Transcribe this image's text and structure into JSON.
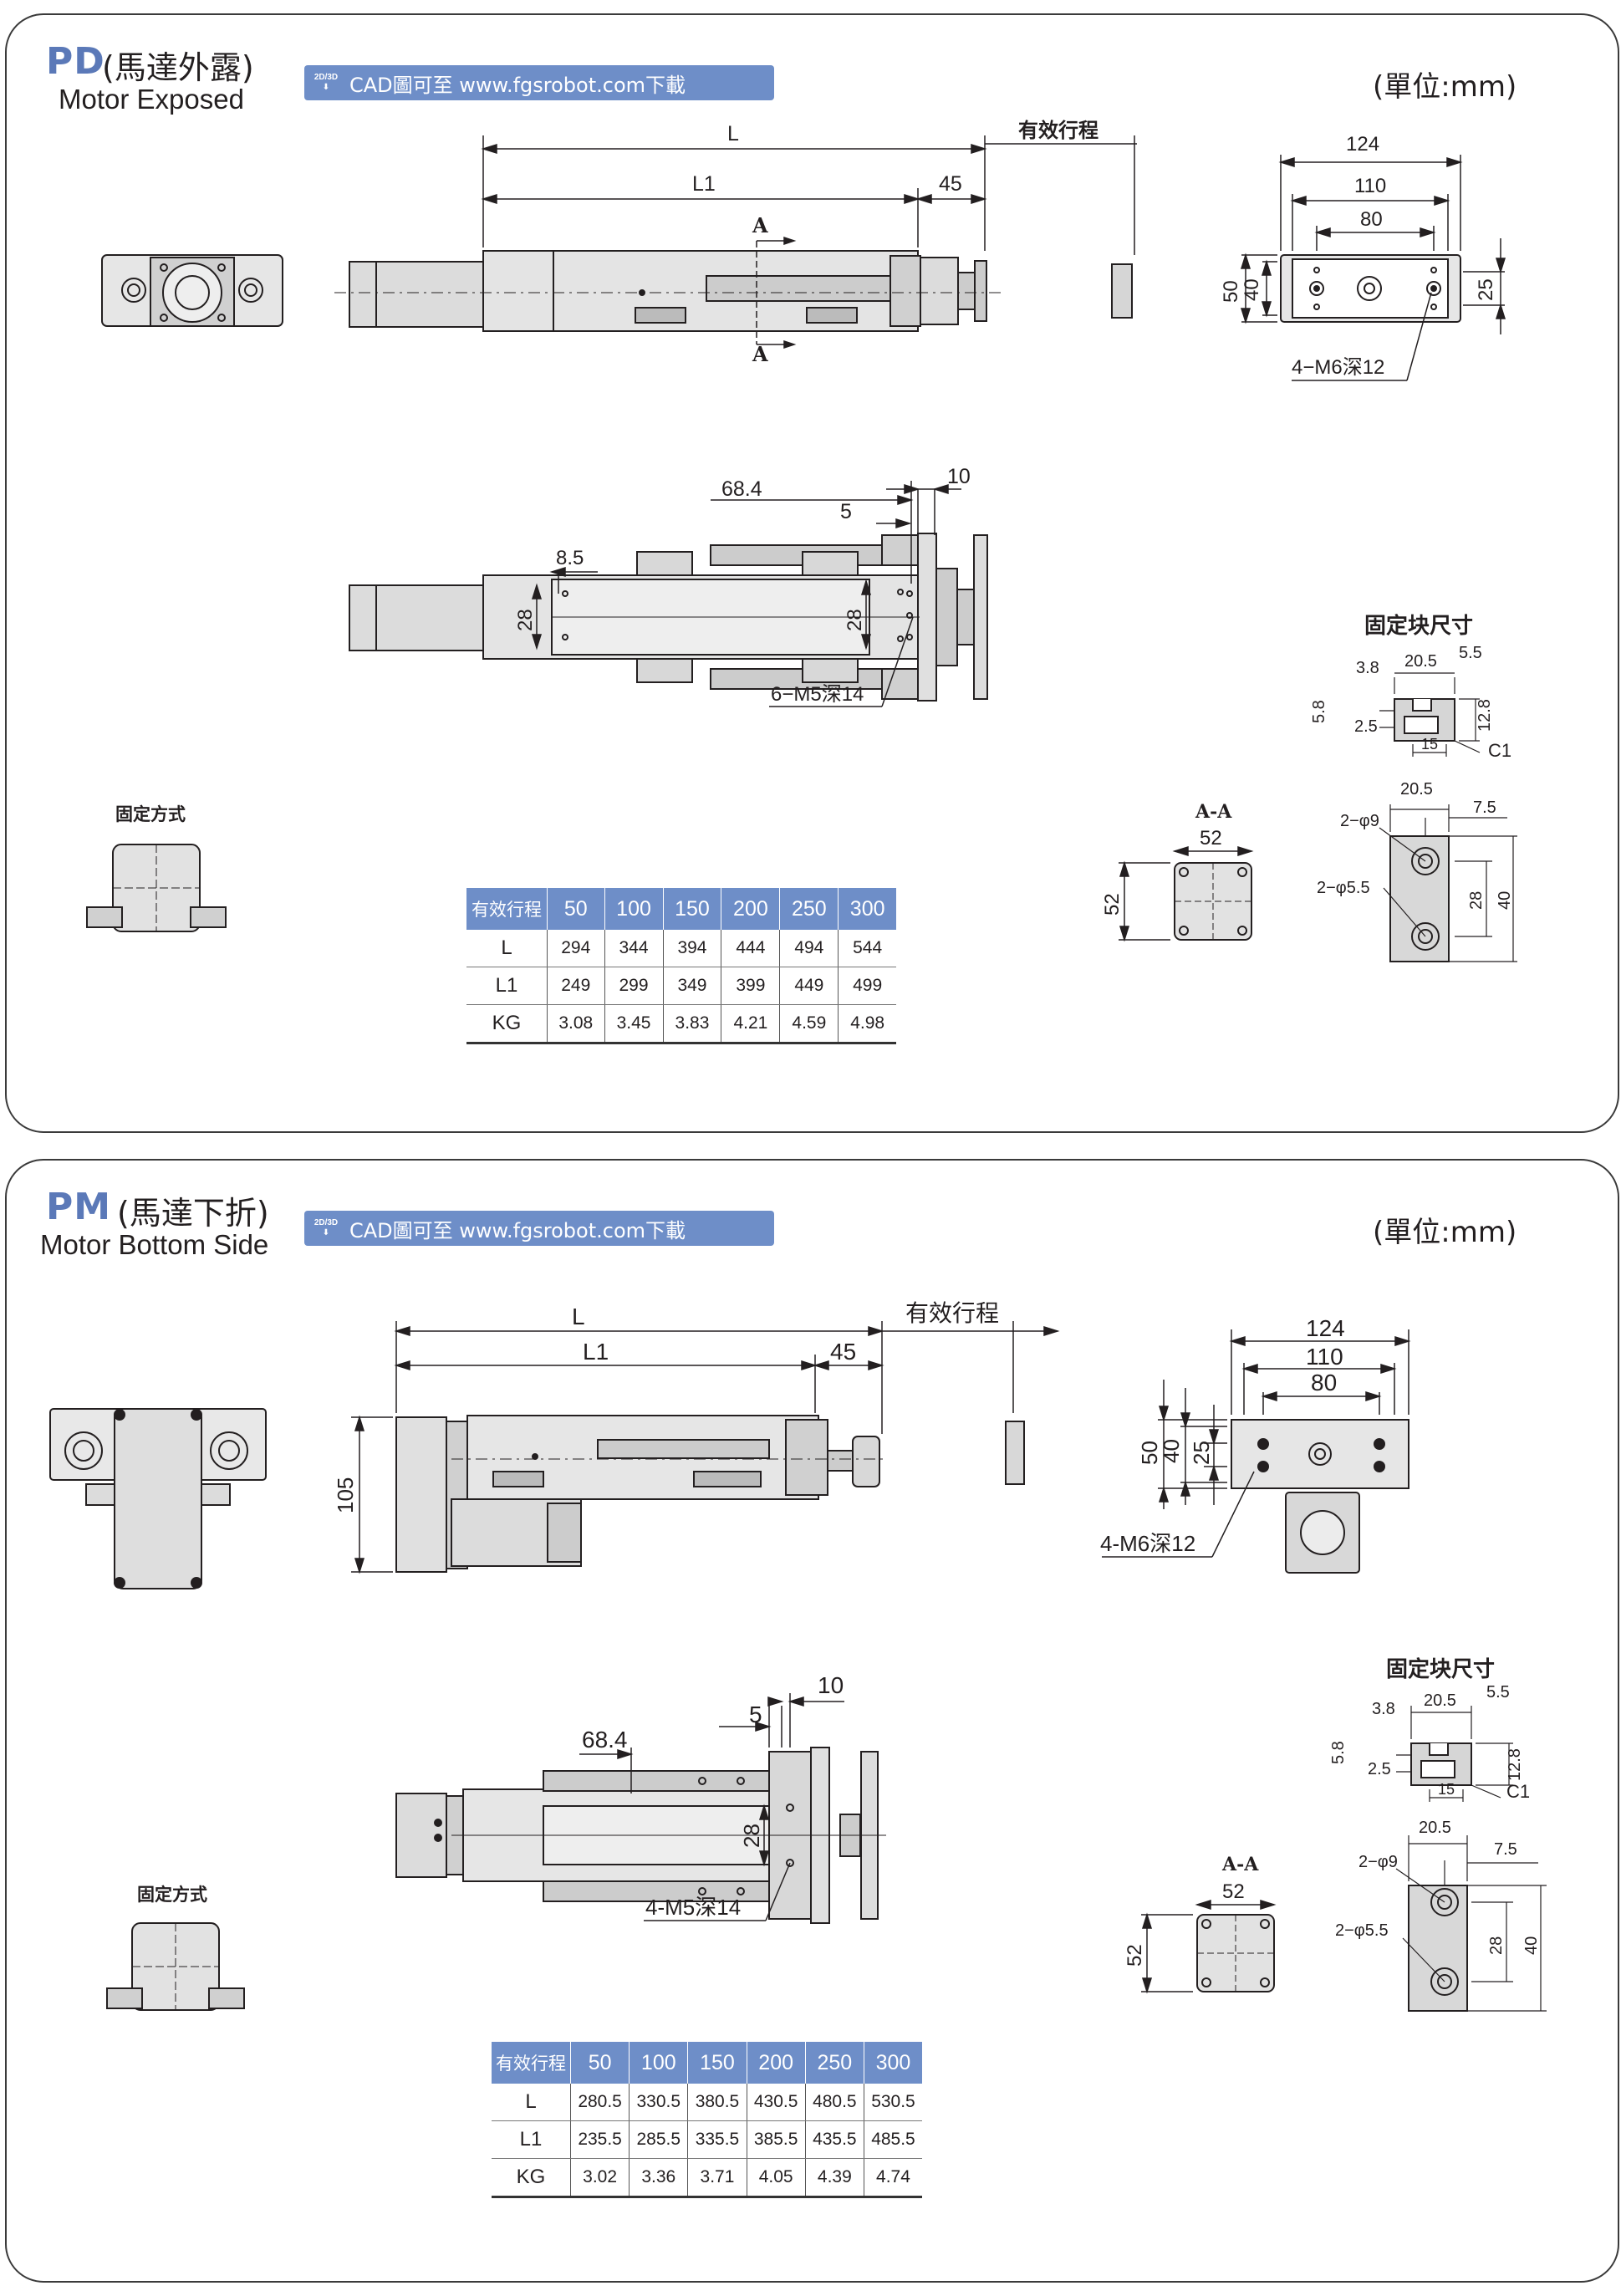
{
  "sections": [
    {
      "code": "PD",
      "name_cn": "(馬達外露)",
      "name_en": "Motor Exposed",
      "cad_tag": "2D/3D",
      "cad_text": "CAD圖可至 www.fgsrobot.com下載",
      "unit": "(單位:mm)",
      "mount_method_label": "固定方式",
      "block_dim_label": "固定块尺寸",
      "section_view_label": "A-A",
      "dims": {
        "L": "L",
        "L1": "L1",
        "d45": "45",
        "stroke": "有效行程",
        "w124": "124",
        "w110": "110",
        "w80": "80",
        "h50": "50",
        "h40": "40",
        "h25": "25",
        "m6": "4−M6深12",
        "d68": "68.4",
        "d10": "10",
        "d5": "5",
        "d85": "8.5",
        "d28a": "28",
        "d28b": "28",
        "m5": "6−M5深14",
        "sec52w": "52",
        "sec52h": "52",
        "A": "A",
        "b205": "20.5",
        "b55": "5.5",
        "b38": "3.8",
        "b58": "5.8",
        "b25": "2.5",
        "b128": "12.8",
        "b15": "15",
        "bc1": "C1",
        "c205": "20.5",
        "c75": "7.5",
        "c9": "2−φ9",
        "c55": "2−φ5.5",
        "c28": "28",
        "c40": "40"
      },
      "table": {
        "header": [
          "有效行程",
          "50",
          "100",
          "150",
          "200",
          "250",
          "300"
        ],
        "rows": [
          [
            "L",
            "294",
            "344",
            "394",
            "444",
            "494",
            "544"
          ],
          [
            "L1",
            "249",
            "299",
            "349",
            "399",
            "449",
            "499"
          ],
          [
            "KG",
            "3.08",
            "3.45",
            "3.83",
            "4.21",
            "4.59",
            "4.98"
          ]
        ]
      }
    },
    {
      "code": "PM",
      "name_cn": "(馬達下折)",
      "name_en": "Motor Bottom Side",
      "cad_tag": "2D/3D",
      "cad_text": "CAD圖可至 www.fgsrobot.com下載",
      "unit": "(單位:mm)",
      "mount_method_label": "固定方式",
      "block_dim_label": "固定块尺寸",
      "section_view_label": "A-A",
      "dims": {
        "L": "L",
        "L1": "L1",
        "d45": "45",
        "stroke": "有效行程",
        "h105": "105",
        "w124": "124",
        "w110": "110",
        "w80": "80",
        "h50": "50",
        "h40": "40",
        "h25": "25",
        "m6": "4-M6深12",
        "d68": "68.4",
        "d10": "10",
        "d5": "5",
        "d28": "28",
        "m5": "4-M5深14",
        "sec52w": "52",
        "sec52h": "52",
        "b205": "20.5",
        "b55": "5.5",
        "b38": "3.8",
        "b58": "5.8",
        "b25": "2.5",
        "b128": "12.8",
        "b15": "15",
        "bc1": "C1",
        "c205": "20.5",
        "c75": "7.5",
        "c9": "2−φ9",
        "c55": "2−φ5.5",
        "c28": "28",
        "c40": "40"
      },
      "table": {
        "header": [
          "有效行程",
          "50",
          "100",
          "150",
          "200",
          "250",
          "300"
        ],
        "rows": [
          [
            "L",
            "280.5",
            "330.5",
            "380.5",
            "430.5",
            "480.5",
            "530.5"
          ],
          [
            "L1",
            "235.5",
            "285.5",
            "335.5",
            "385.5",
            "435.5",
            "485.5"
          ],
          [
            "KG",
            "3.02",
            "3.36",
            "3.71",
            "4.05",
            "4.39",
            "4.74"
          ]
        ]
      }
    }
  ],
  "colors": {
    "accent": "#6e8ec8",
    "title_blue": "#5b79b8",
    "part_fill": "#d9d9d9",
    "line": "#231f20"
  }
}
